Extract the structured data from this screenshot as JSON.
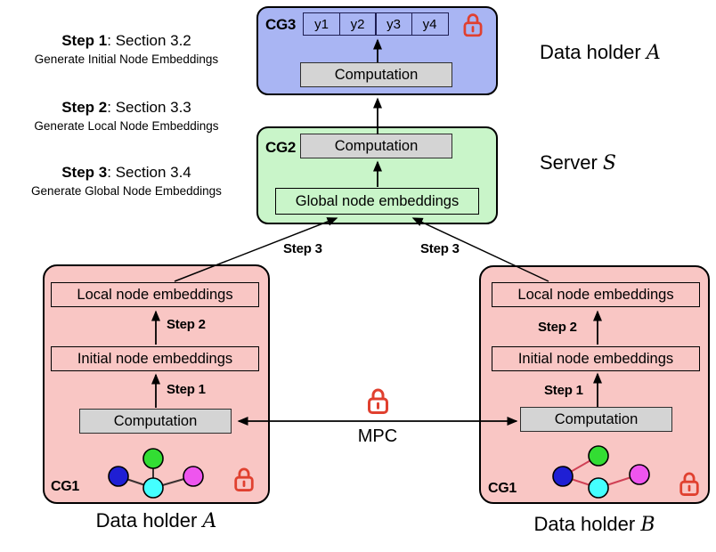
{
  "legend": {
    "items": [
      {
        "step": "Step 1",
        "rest": ": Section 3.2",
        "desc": "Generate Initial Node Embeddings"
      },
      {
        "step": "Step 2",
        "rest": ": Section 3.3",
        "desc": "Generate Local Node Embeddings"
      },
      {
        "step": "Step 3",
        "rest": ": Section 3.4",
        "desc": "Generate Global Node Embeddings"
      }
    ]
  },
  "cg3": {
    "tag": "CG3",
    "cells": [
      "y1",
      "y2",
      "y3",
      "y4"
    ],
    "computation": "Computation",
    "holder_label": "Data holder",
    "holder_symbol": "A"
  },
  "cg2": {
    "tag": "CG2",
    "computation": "Computation",
    "global_embeddings": "Global node embeddings",
    "server_label": "Server",
    "server_symbol": "S"
  },
  "holder_left": {
    "tag": "CG1",
    "local": "Local node embeddings",
    "initial": "Initial node embeddings",
    "computation": "Computation",
    "step1": "Step 1",
    "step2": "Step 2",
    "caption_label": "Data holder",
    "caption_symbol": "A"
  },
  "holder_right": {
    "tag": "CG1",
    "local": "Local node embeddings",
    "initial": "Initial node embeddings",
    "computation": "Computation",
    "step1": "Step 1",
    "step2": "Step 2",
    "caption_label": "Data holder",
    "caption_symbol": "B"
  },
  "connections": {
    "step3_left": "Step 3",
    "step3_right": "Step 3",
    "mpc": "MPC"
  },
  "colors": {
    "cg3_fill": "#a9b5f3",
    "cg2_fill": "#c9f5c9",
    "cg1_fill": "#f9c6c4",
    "computation_fill": "#d4d4d4",
    "lock_red": "#e0402f",
    "node_blue": "#1f1fd4",
    "node_green": "#33dd33",
    "node_cyan": "#44ffff",
    "node_magenta": "#ee55ee",
    "edge_left_graph": "#3a3030",
    "edge_right_graph": "#d04055"
  },
  "graphs": {
    "left": {
      "nodes": [
        "blue",
        "green",
        "cyan",
        "magenta"
      ],
      "edges": [
        [
          "green",
          "cyan"
        ],
        [
          "blue",
          "cyan"
        ],
        [
          "cyan",
          "magenta"
        ]
      ]
    },
    "right": {
      "nodes": [
        "blue",
        "green",
        "cyan",
        "magenta"
      ],
      "edges": [
        [
          "blue",
          "green"
        ],
        [
          "blue",
          "cyan"
        ],
        [
          "cyan",
          "magenta"
        ]
      ]
    }
  }
}
